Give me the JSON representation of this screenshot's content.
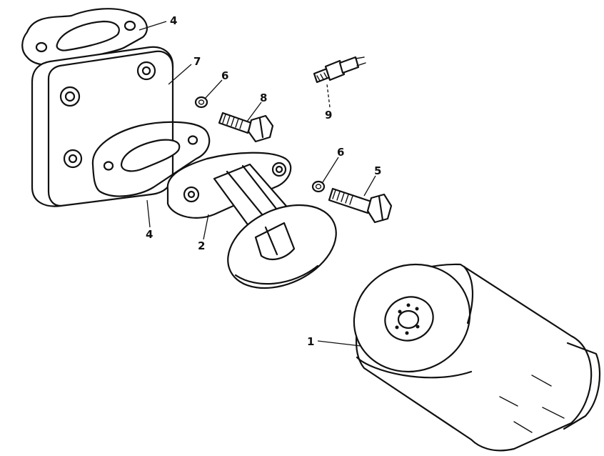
{
  "callouts": {
    "c1": "1",
    "c2": "2",
    "c4_top": "4",
    "c4_bottom": "4",
    "c5": "5",
    "c6_top": "6",
    "c6_bottom": "6",
    "c7": "7",
    "c8": "8",
    "c9": "9"
  },
  "colors": {
    "line": "#111111",
    "background": "#ffffff"
  }
}
